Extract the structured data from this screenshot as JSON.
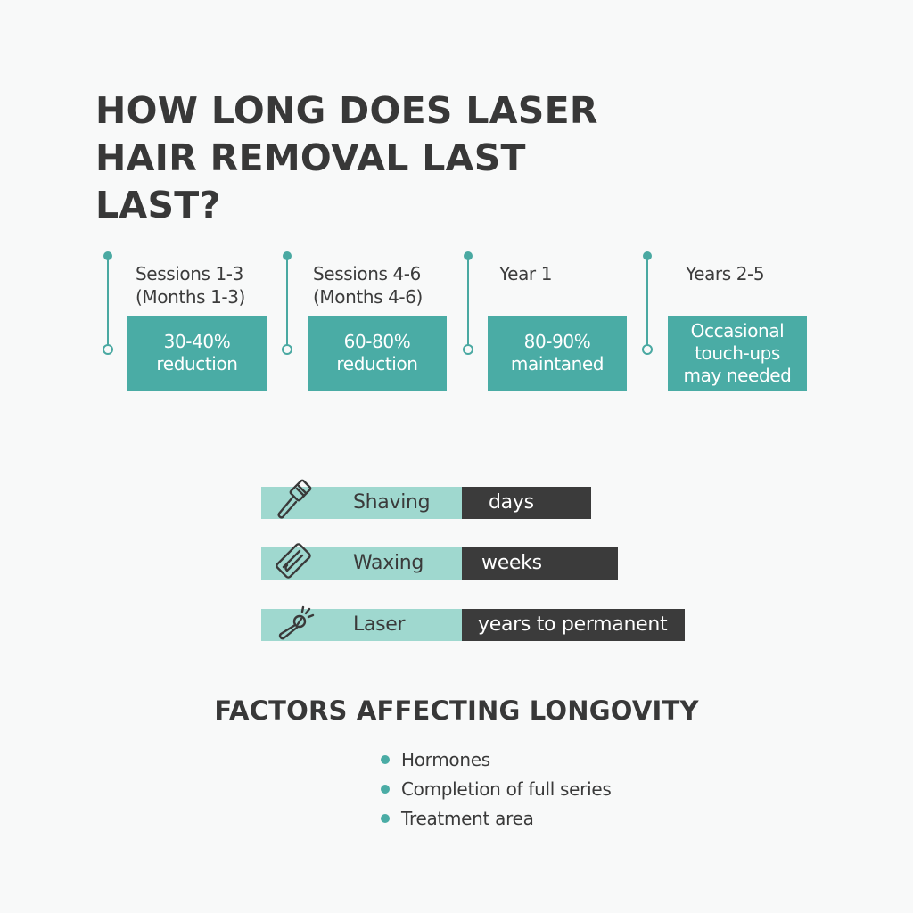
{
  "title": {
    "lines": [
      "HOW LONG DOES LASER",
      "HAIR REMOVAL LAST",
      "LAST?"
    ]
  },
  "colors": {
    "teal": "#4aaca5",
    "light_teal": "#9fd8cf",
    "dark": "#3b3b3b",
    "text": "#383838",
    "background": "#f8f9f9"
  },
  "timeline": {
    "stages": [
      {
        "label_line1": "Sessions 1-3",
        "label_line2": "(Months 1-3)",
        "result_lines": [
          "30-40%",
          "reduction"
        ]
      },
      {
        "label_line1": "Sessions 4-6",
        "label_line2": "(Months 4-6)",
        "result_lines": [
          "60-80%",
          "reduction"
        ]
      },
      {
        "label_line1": "Year 1",
        "label_line2": "",
        "result_lines": [
          "80-90%",
          "maintaned"
        ]
      },
      {
        "label_line1": "Years 2-5",
        "label_line2": "",
        "result_lines": [
          "Occasional",
          "touch-ups",
          "may needed"
        ]
      }
    ]
  },
  "comparison": {
    "rows": [
      {
        "icon": "razor-icon",
        "method": "Shaving",
        "duration": "days"
      },
      {
        "icon": "wax-strip-icon",
        "method": "Waxing",
        "duration": "weeks"
      },
      {
        "icon": "laser-device-icon",
        "method": "Laser",
        "duration": "years to permanent"
      }
    ]
  },
  "factors": {
    "title": "FACTORS AFFECTING LONGOVITY",
    "items": [
      "Hormones",
      "Completion of full series",
      "Treatment area"
    ]
  }
}
